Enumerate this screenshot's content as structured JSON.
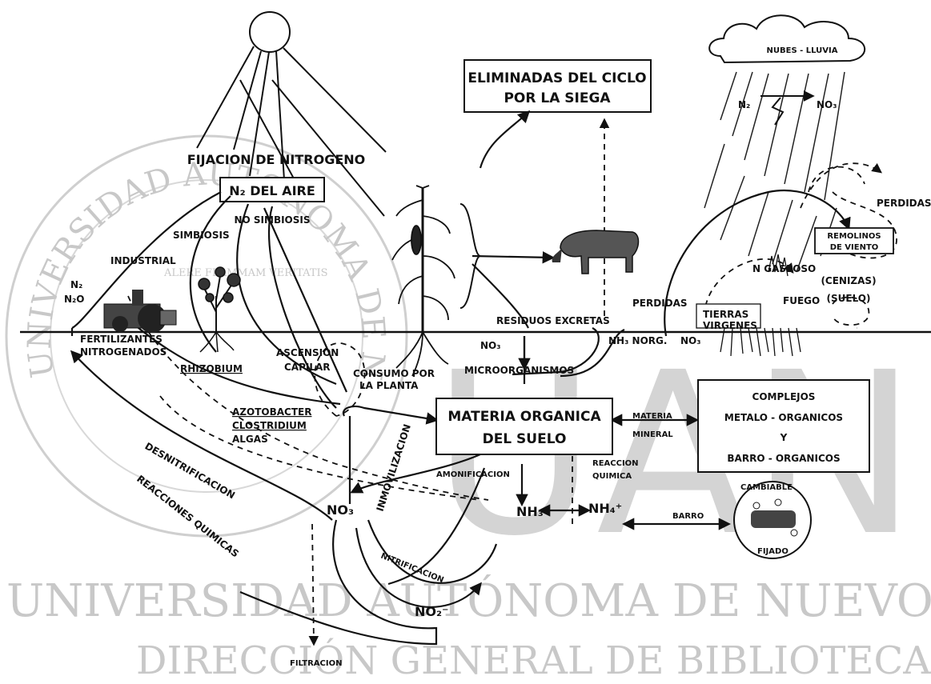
{
  "watermark": {
    "seal_text": "UNIVERSIDAD AUTONOMA DE NUEVO LEON",
    "seal_inner": "ALERE FLAMMAM VERITATIS",
    "logo": "UANL",
    "line1": "UNIVERSIDAD AUTÓNOMA DE NUEVO LEÓN",
    "line2": "DIRECCIÓN GENERAL DE BIBLIOTECAS"
  },
  "labels": {
    "eliminadas_l1": "ELIMINADAS DEL CICLO",
    "eliminadas_l2": "POR LA SIEGA",
    "nubes": "NUBES - LLUVIA",
    "fijacion": "FIJACION DE NITROGENO",
    "n2_aire": "N₂ DEL AIRE",
    "no_simbiosis": "NO SIMBIOSIS",
    "simbiosis": "SIMBIOSIS",
    "industrial": "INDUSTRIAL",
    "perdidas_1": "PERDIDAS",
    "remolinos_l1": "REMOLINOS",
    "remolinos_l2": "DE VIENTO",
    "n_gaseoso": "N GASEOSO",
    "cenizas": "(CENIZAS)",
    "suelo": "(SUELO)",
    "fuego": "FUEGO",
    "tierras_l1": "TIERRAS",
    "tierras_l2": "VIRGENES",
    "perdidas_2": "PERDIDAS",
    "residuos": "RESIDUOS  EXCRETAS",
    "n2_n2o_l1": "N₂",
    "n2_n2o_l2": "N₂O",
    "fertilizantes_l1": "FERTILIZANTES",
    "fertilizantes_l2": "NITROGENADOS",
    "rhizobium": "RHIZOBIUM",
    "ascension_l1": "ASCENSION",
    "ascension_l2": "CAPILAR",
    "consumo_l1": "CONSUMO POR",
    "consumo_l2": "LA PLANTA",
    "no3_top": "NO₃",
    "microorganismos": "MICROORGANISMOS",
    "nh3_norg": "NH₃ NORG.",
    "no3_right": "NO₃",
    "n2_rain": "N₂",
    "no3_rain": "NO₃",
    "materia_l1": "MATERIA ORGANICA",
    "materia_l2": "DEL SUELO",
    "materia_mineral_l1": "MATERIA",
    "materia_mineral_l2": "MINERAL",
    "complejos_l1": "COMPLEJOS",
    "complejos_l2": "METALO - ORGANICOS",
    "complejos_l3": "Y",
    "complejos_l4": "BARRO - ORGANICOS",
    "azotobacter": "AZOTOBACTER",
    "clostridium": "CLOSTRIDIUM",
    "algas": "ALGAS",
    "inmovilizacion": "INMOVILIZACION",
    "amonificacion": "AMONIFICACION",
    "reaccion_l1": "REACCION",
    "reaccion_l2": "QUIMICA",
    "cambiable": "CAMBIABLE",
    "fijado": "FIJADO",
    "barro": "BARRO",
    "no3_center": "NO₃",
    "nh3": "NH₃",
    "nh4": "NH₄⁺",
    "no2": "NO₂⁻",
    "desnitrificacion": "DESNITRIFICACION",
    "reacciones": "REACCIONES QUIMICAS",
    "nitrificacion": "NITRIFICACION",
    "filtracion": "FILTRACION"
  }
}
